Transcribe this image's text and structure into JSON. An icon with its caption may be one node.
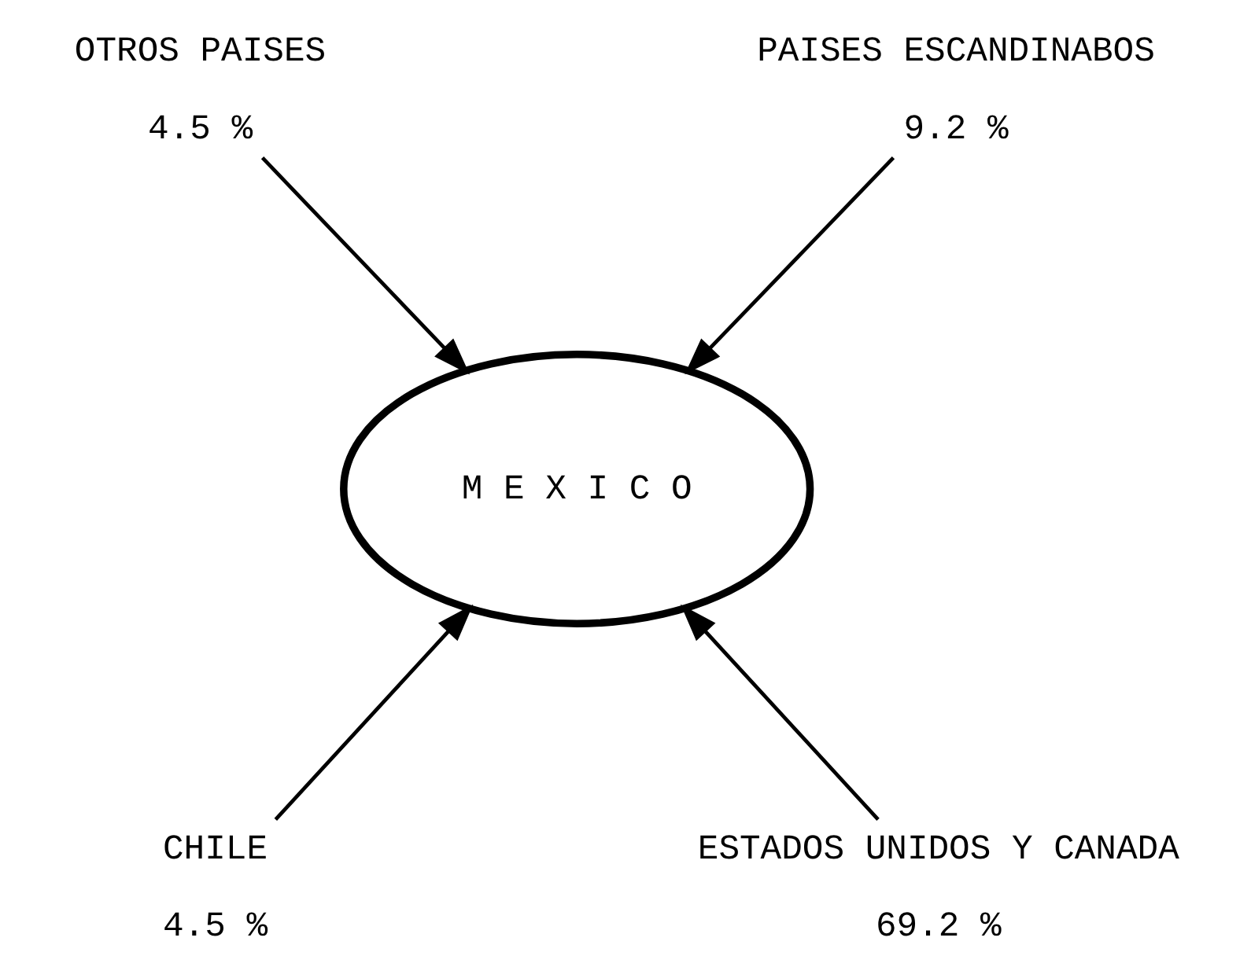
{
  "diagram": {
    "nodes": [
      {
        "text": [
          "OTROS PAISES",
          "4.5 %"
        ]
      },
      {
        "text": [
          "PAISES ESCANDINABOS",
          "9.2 %"
        ]
      },
      {
        "text": [
          "M E X I C O"
        ]
      },
      {
        "text": [
          "CHILE",
          "4.5 %"
        ]
      },
      {
        "text": [
          "ESTADOS UNIDOS Y CANADA",
          "69.2 %"
        ]
      }
    ],
    "edges": [
      {
        "from": 0,
        "to": 2,
        "arrow": "to"
      },
      {
        "from": 1,
        "to": 2,
        "arrow": "to"
      },
      {
        "from": 3,
        "to": 2,
        "arrow": "to"
      },
      {
        "from": 4,
        "to": 2,
        "arrow": "to"
      }
    ]
  }
}
